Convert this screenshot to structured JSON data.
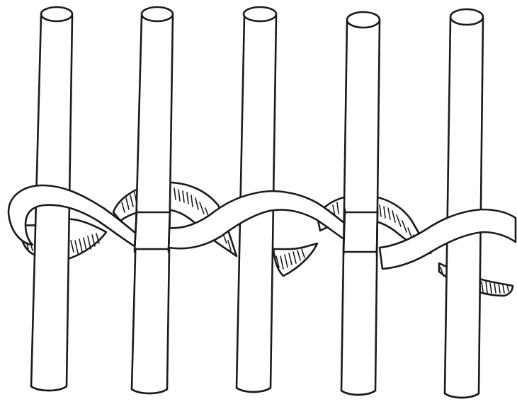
{
  "illustration": {
    "subject": "weaving",
    "rod_count": 5,
    "style": "black ink line drawing",
    "colors": {
      "ink": "#1a1a1a",
      "paper": "#ffffff"
    }
  }
}
